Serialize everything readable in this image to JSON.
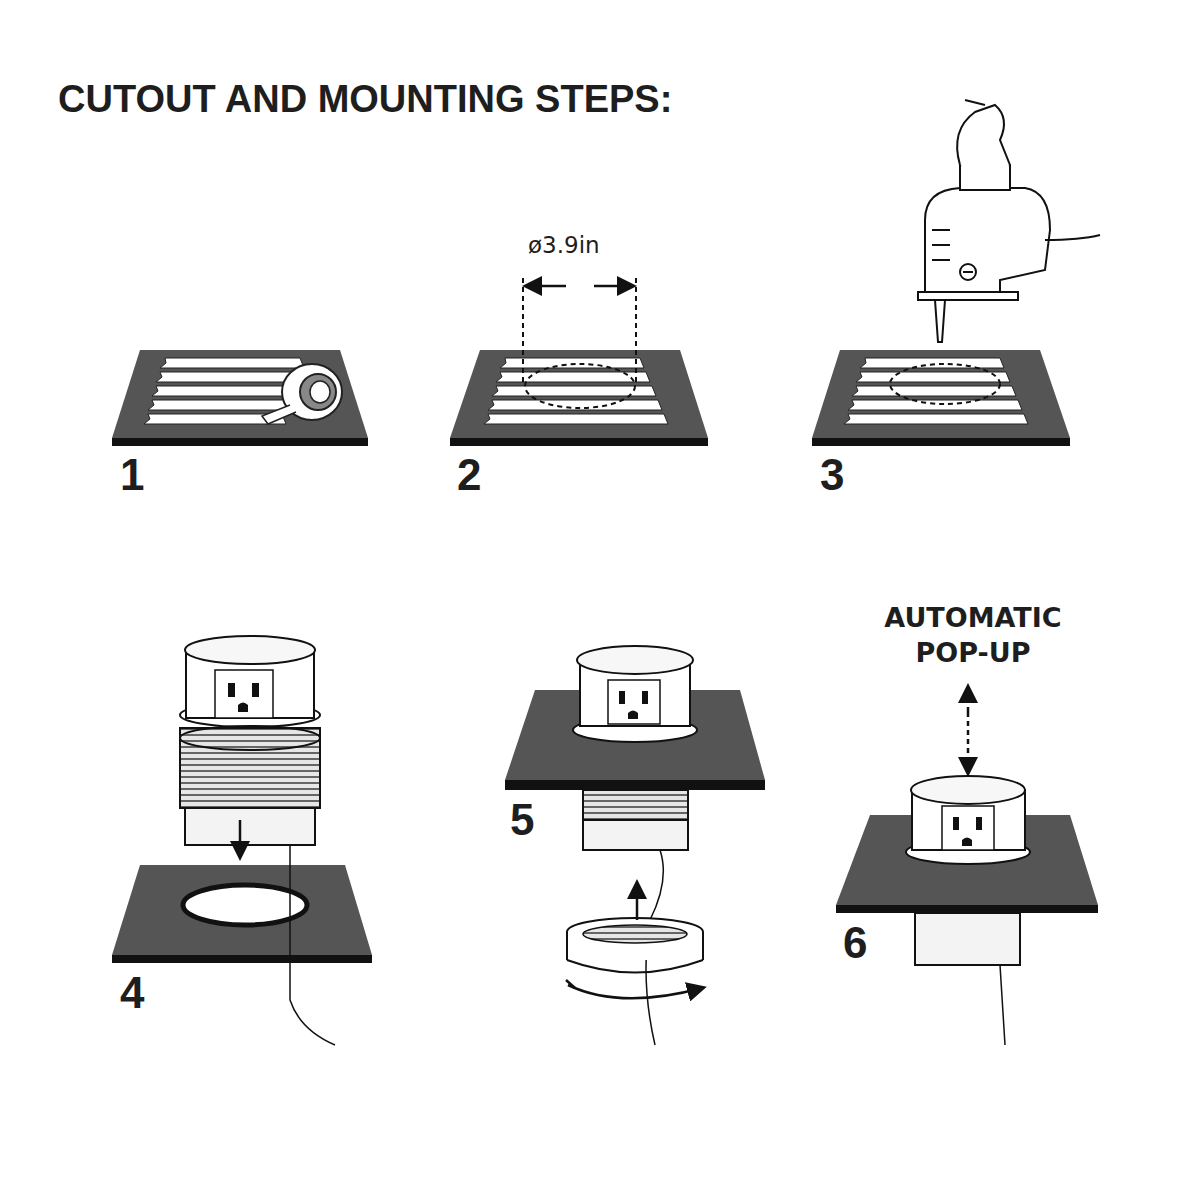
{
  "diagram": {
    "title": "CUTOUT AND MOUNTING STEPS:",
    "labels": [
      "ø3.9in",
      "1",
      "2",
      "3",
      "4",
      "5",
      "6",
      "AUTOMATIC POP-UP"
    ]
  }
}
